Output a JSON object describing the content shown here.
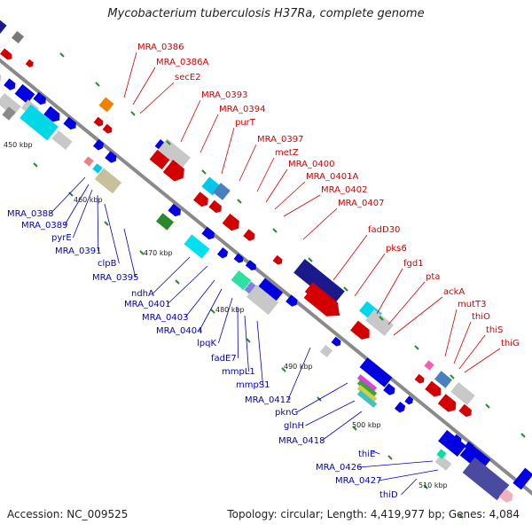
{
  "title": "Mycobacterium tuberculosis H37Ra, complete genome",
  "accession": "Accession: NC_009525",
  "summary": "Topology: circular; Length: 4,419,977 bp; Genes: 4,084",
  "colors": {
    "backbone": "#8a8a8a",
    "forward_label": "#d40000",
    "reverse_label": "#0000c8",
    "tick": "#2a8a2a"
  },
  "kbp_ticks": [
    "450 kbp",
    "460 kbp",
    "470 kbp",
    "480 kbp",
    "490 kbp",
    "500 kbp",
    "510 kbp"
  ],
  "forward_genes": [
    "MRA_0386",
    "MRA_0386A",
    "secE2",
    "MRA_0393",
    "MRA_0394",
    "purT",
    "MRA_0397",
    "metZ",
    "MRA_0400",
    "MRA_0401A",
    "MRA_0402",
    "MRA_0407",
    "fadD30",
    "pks6",
    "fgd1",
    "pta",
    "ackA",
    "mutT3",
    "thiO",
    "thiS",
    "thiG"
  ],
  "reverse_genes": [
    "MRA_0388",
    "MRA_0389",
    "pyrE",
    "MRA_0391",
    "clpB",
    "MRA_0395",
    "ndhA",
    "MRA_0401",
    "MRA_0403",
    "MRA_0404",
    "lpqK",
    "fadE7",
    "mmpL1",
    "mmpS1",
    "MRA_0412",
    "pknG",
    "glnH",
    "MRA_0418",
    "thiE",
    "MRA_0426",
    "MRA_0427",
    "thiD"
  ]
}
